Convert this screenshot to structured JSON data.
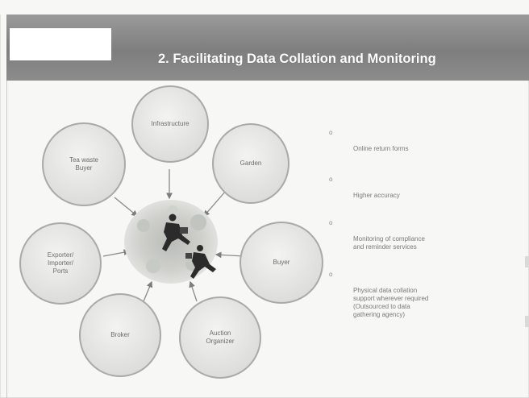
{
  "slide": {
    "title": "2. Facilitating Data Collation and Monitoring"
  },
  "diagram": {
    "nodes": [
      {
        "label": "Infrastructure"
      },
      {
        "label": "Garden"
      },
      {
        "label": "Buyer"
      },
      {
        "label": "Auction\nOrganizer"
      },
      {
        "label": "Broker"
      },
      {
        "label": "Exporter/\nImporter/\nPorts"
      },
      {
        "label": "Tea waste\nBuyer"
      }
    ]
  },
  "bullets": [
    {
      "marker": "o",
      "text": "Online return forms"
    },
    {
      "marker": "o",
      "text": "Higher accuracy"
    },
    {
      "marker": "o",
      "text": "Monitoring of compliance\nand reminder services"
    },
    {
      "marker": "o",
      "text": "Physical data collation\nsupport wherever required\n(Outsourced to data\ngathering agency)"
    }
  ]
}
